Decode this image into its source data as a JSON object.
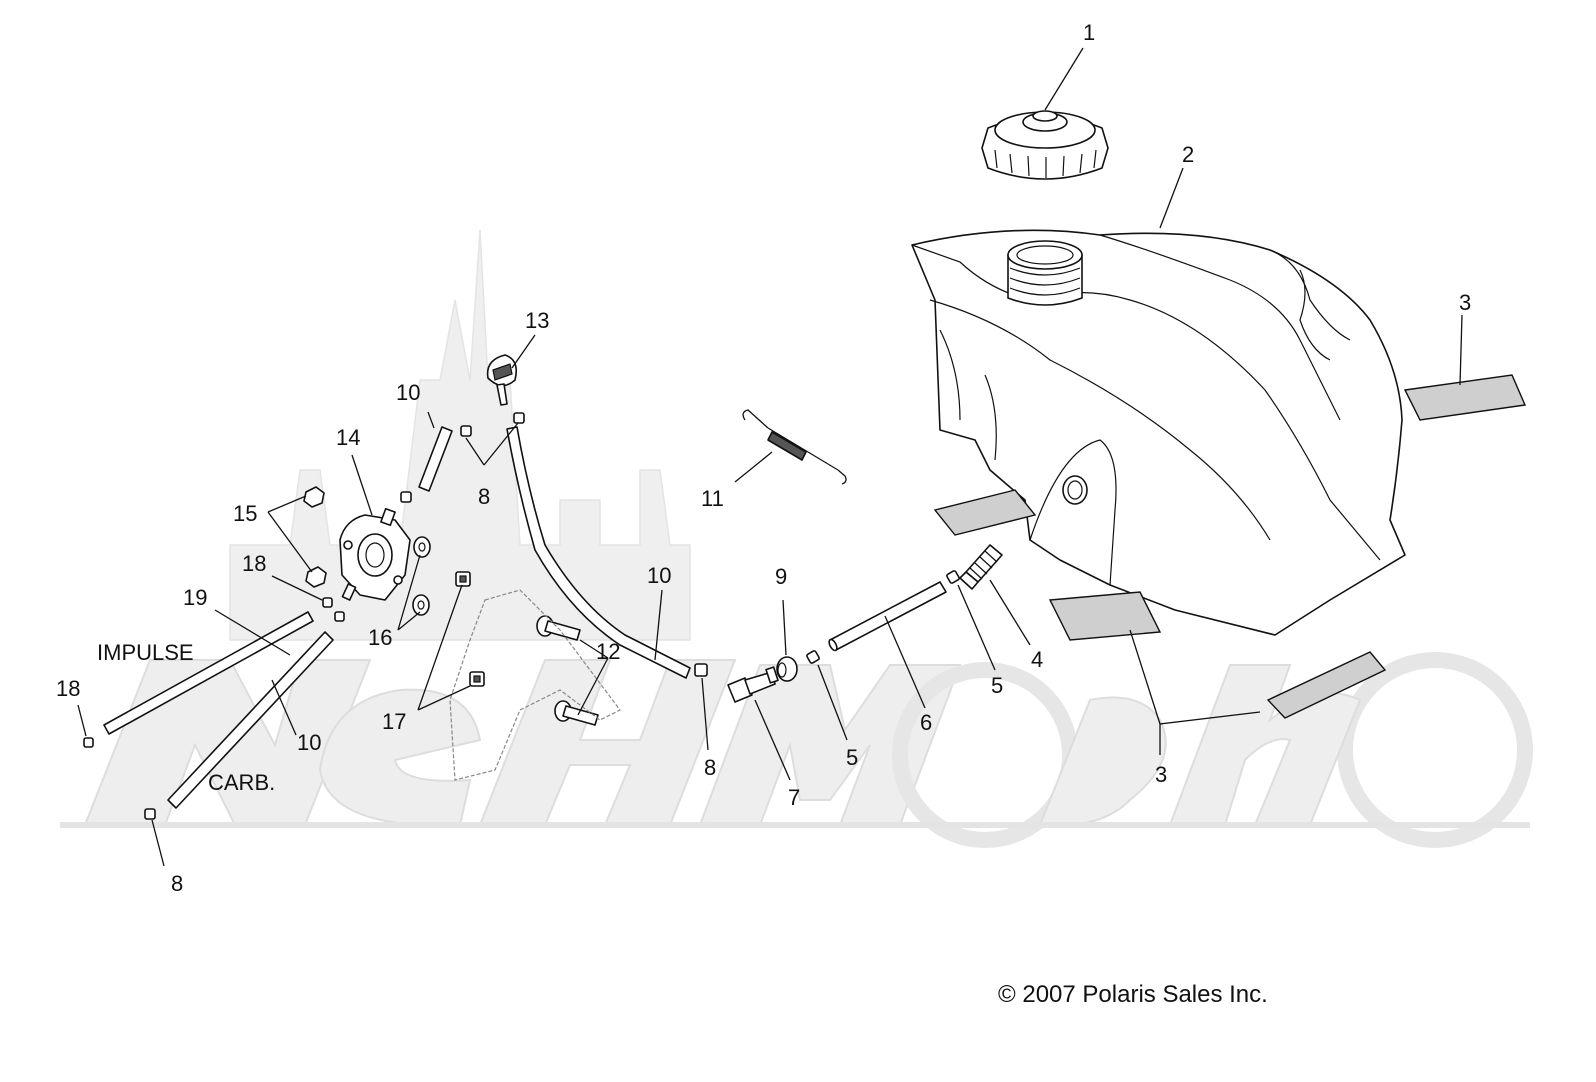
{
  "diagram": {
    "callouts": [
      {
        "id": "c1",
        "text": "1"
      },
      {
        "id": "c2",
        "text": "2"
      },
      {
        "id": "c3a",
        "text": "3"
      },
      {
        "id": "c3b",
        "text": "3"
      },
      {
        "id": "c4",
        "text": "4"
      },
      {
        "id": "c5a",
        "text": "5"
      },
      {
        "id": "c5b",
        "text": "5"
      },
      {
        "id": "c6",
        "text": "6"
      },
      {
        "id": "c7",
        "text": "7"
      },
      {
        "id": "c8a",
        "text": "8"
      },
      {
        "id": "c8b",
        "text": "8"
      },
      {
        "id": "c8c",
        "text": "8"
      },
      {
        "id": "c9",
        "text": "9"
      },
      {
        "id": "c10a",
        "text": "10"
      },
      {
        "id": "c10b",
        "text": "10"
      },
      {
        "id": "c10c",
        "text": "10"
      },
      {
        "id": "c11",
        "text": "11"
      },
      {
        "id": "c12",
        "text": "12"
      },
      {
        "id": "c13",
        "text": "13"
      },
      {
        "id": "c14",
        "text": "14"
      },
      {
        "id": "c15",
        "text": "15"
      },
      {
        "id": "c16",
        "text": "16"
      },
      {
        "id": "c17",
        "text": "17"
      },
      {
        "id": "c18a",
        "text": "18"
      },
      {
        "id": "c18b",
        "text": "18"
      },
      {
        "id": "c19",
        "text": "19"
      }
    ],
    "labels": {
      "impulse": "IMPULSE",
      "carb": "CARB."
    },
    "copyright": "© 2007 Polaris Sales Inc."
  }
}
